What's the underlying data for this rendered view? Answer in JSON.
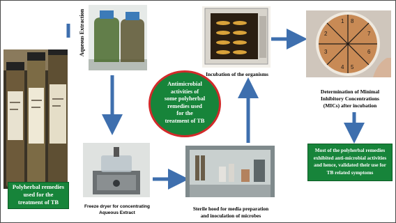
{
  "diagram": {
    "colors": {
      "arrow": "#3e6fae",
      "green_box": "#17843a",
      "circle_border": "#d22a2a"
    },
    "labels": {
      "aqueous_extraction": "Aqueous Extraction",
      "incubation": "Incubation of the organisms",
      "mic_line1": "Determination of Minimal",
      "mic_line2": "Inhibitory Concentrations",
      "mic_line3": "(MICs) after incubation",
      "freeze_dryer_line1": "Freeze dryer for concentrating",
      "freeze_dryer_line2": "Aqueous Extract",
      "sterile_hood_line1": "Sterile hood for media preparation",
      "sterile_hood_line2": "and inoculation of microbes"
    },
    "center_circle": {
      "line1": "Antimicrobial",
      "line2": "activities of",
      "line3": "some polyherbal",
      "line4": "remedies used",
      "line5": "for the",
      "line6": "treatment of TB"
    },
    "remedies_box": {
      "line1": "Polyherbal remedies",
      "line2": "used for the",
      "line3": "treatment of TB"
    },
    "conclusion_box": {
      "line1": "Most of the polyherbal remedies",
      "line2": "exhibited anti-microbial activities",
      "line3": "and hence, validated their use for",
      "line4": "TB related symptoms"
    },
    "petri_dish_marks": [
      "8",
      "7",
      "6",
      "5",
      "4",
      "3",
      "2",
      "1"
    ]
  }
}
